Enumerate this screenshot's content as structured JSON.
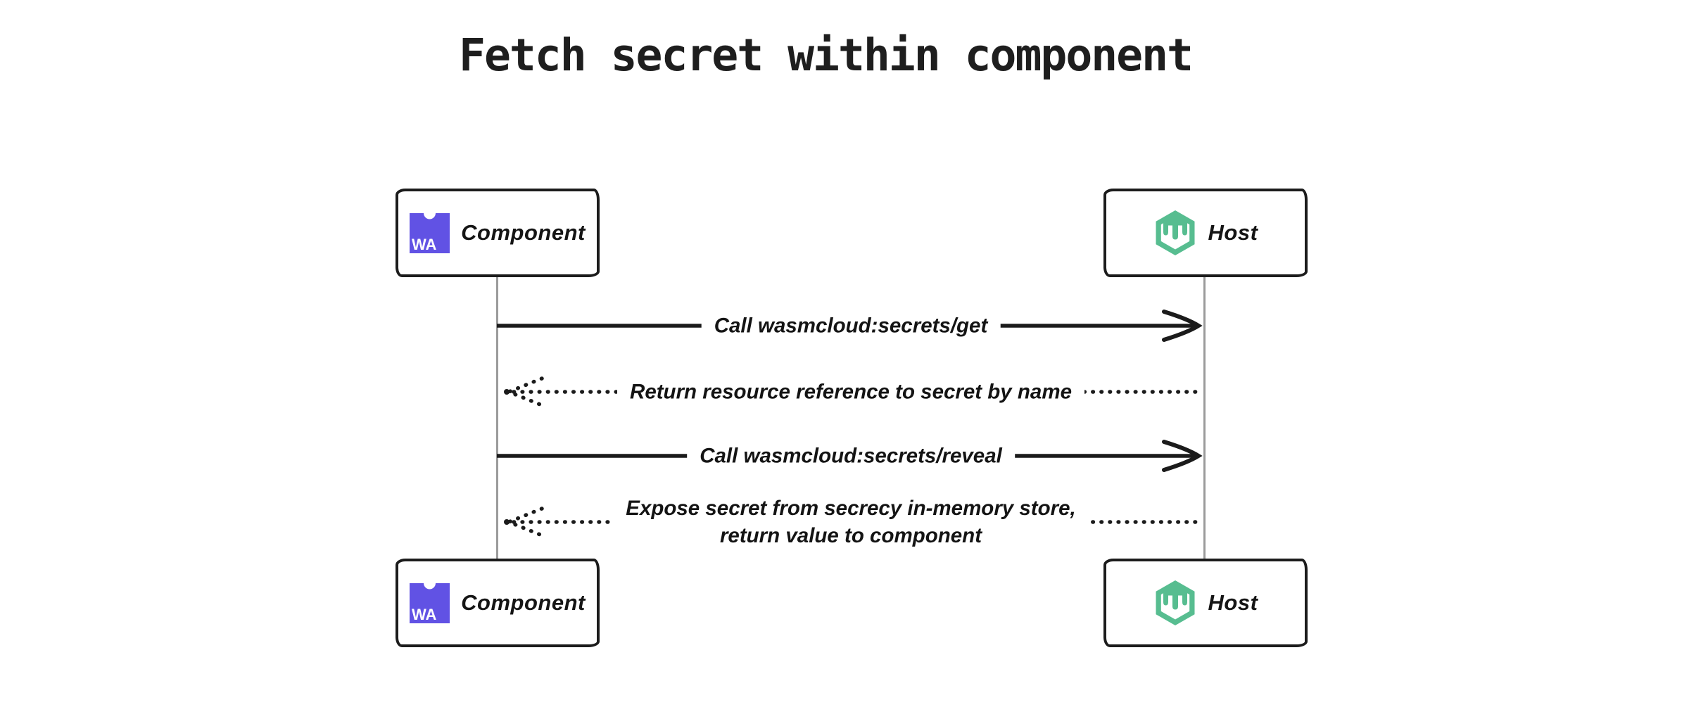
{
  "title": "Fetch secret within component",
  "actors": {
    "component": {
      "label": "Component",
      "icon": "webassembly-icon",
      "icon_text": "WA"
    },
    "host": {
      "label": "Host",
      "icon": "wasmcloud-icon"
    }
  },
  "messages": [
    {
      "style": "solid",
      "direction": "component-to-host",
      "lines": [
        "Call wasmcloud:secrets/get"
      ]
    },
    {
      "style": "dotted",
      "direction": "host-to-component",
      "lines": [
        "Return resource reference to secret by name"
      ]
    },
    {
      "style": "solid",
      "direction": "component-to-host",
      "lines": [
        "Call wasmcloud:secrets/reveal"
      ]
    },
    {
      "style": "dotted",
      "direction": "host-to-component",
      "lines": [
        "Expose secret from secrecy in-memory store,",
        "return value to component"
      ]
    }
  ],
  "colors": {
    "background": "#ffffff",
    "stroke": "#1b1b1b",
    "lifeline": "#9b9b9b",
    "webassembly_purple": "#6152E4",
    "wasmcloud_green": "#57BD90"
  }
}
